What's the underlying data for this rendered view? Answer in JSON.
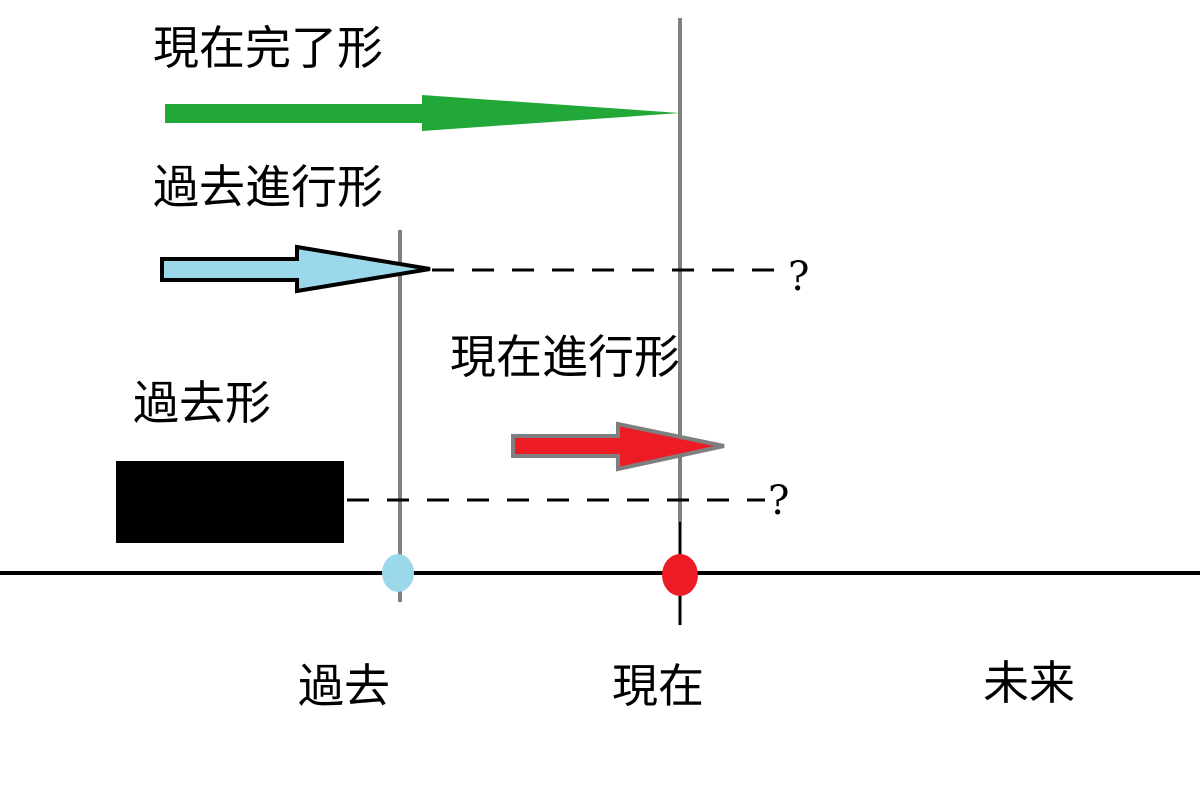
{
  "labels": {
    "present_perfect": "現在完了形",
    "past_progressive": "過去進行形",
    "present_progressive": "現在進行形",
    "past_simple": "過去形"
  },
  "timeline": {
    "past": "過去",
    "present": "現在",
    "future": "未来"
  },
  "question_mark": "?",
  "colors": {
    "present_perfect_arrow": "#21a838",
    "past_progressive_arrow": "#9ad8ea",
    "present_progressive_arrow": "#ed1c24",
    "past_simple_block": "#000000",
    "past_marker": "#9ad8ea",
    "present_marker": "#ed1c24",
    "guide_line": "#808080",
    "arrow_outline": "#000000",
    "red_arrow_outline": "#7f7f7f"
  }
}
